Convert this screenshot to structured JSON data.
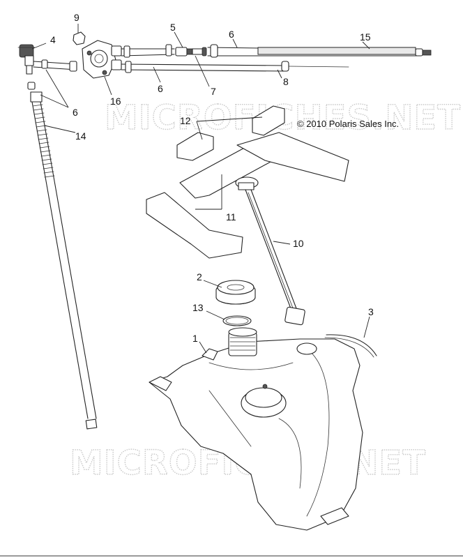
{
  "copyright": "© 2010 Polaris Sales Inc.",
  "watermark": "MICROFICHES.NET",
  "callouts": {
    "c1": "1",
    "c2": "2",
    "c3": "3",
    "c4": "4",
    "c5": "5",
    "c6a": "6",
    "c6b": "6",
    "c6c": "6",
    "c7": "7",
    "c8": "8",
    "c9": "9",
    "c10": "10",
    "c11": "11",
    "c12": "12",
    "c13": "13",
    "c14": "14",
    "c15": "15",
    "c16": "16"
  }
}
